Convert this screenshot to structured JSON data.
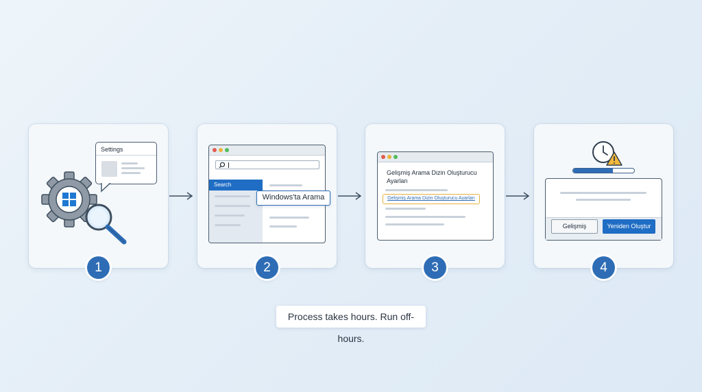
{
  "steps": [
    {
      "number": "1",
      "bubble_title": "Settings",
      "icon": "gear-with-windows-logo-and-magnifier-icon"
    },
    {
      "number": "2",
      "sidebar_item": "Search",
      "callout": "Windows'ta Arama",
      "icon": "search-icon"
    },
    {
      "number": "3",
      "heading": "Gelişmiş Arama Dizin Oluşturucu Ayarları",
      "link": "Gelişmiş Arama Dizin Oluşturucu Ayarları"
    },
    {
      "number": "4",
      "icon": "clock-with-warning-icon",
      "progress": 0.65,
      "secondary_button": "Gelişmiş",
      "primary_button": "Yeniden Oluştur"
    }
  ],
  "note": "Process takes hours. Run off-hours.",
  "colors": {
    "accent": "#2e6db5",
    "primary_button": "#1f6dc4",
    "highlight": "#e5b13b",
    "warning": "#f2b83a"
  }
}
